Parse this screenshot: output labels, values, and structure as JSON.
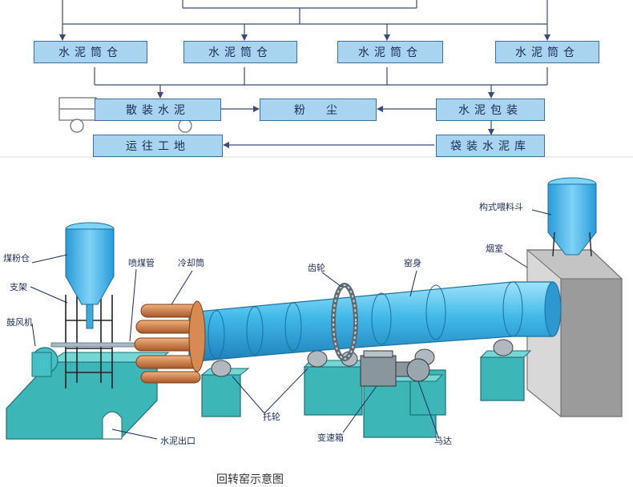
{
  "flow": {
    "silos": [
      "水泥筒仓",
      "水泥筒仓",
      "水泥筒仓",
      "水泥筒仓"
    ],
    "bulk": "散装水泥",
    "dust": "粉　尘",
    "packing": "水泥包装",
    "transport": "运往工地",
    "bag_store": "袋装水泥库"
  },
  "kiln": {
    "labels": {
      "coal_bin": "煤粉仓",
      "support": "支架",
      "blower": "鼓风机",
      "coal_pipe": "喷煤管",
      "cooler": "冷却筒",
      "gear": "齿轮",
      "kiln_body": "窑身",
      "feed_hopper": "构式喂料斗",
      "smoke_chamber": "烟室",
      "roller": "托轮",
      "gearbox": "变速箱",
      "motor": "马达",
      "outlet": "水泥出口"
    },
    "caption": "回转窑示意图"
  },
  "colors": {
    "box_fill": "#a9d4f0",
    "box_border": "#3b6fa6",
    "kiln_blue": "#3fb8e8",
    "base_teal": "#3db6b8",
    "cooler_copper": "#d78a52",
    "smoke_grey": "#c4c4c4"
  }
}
